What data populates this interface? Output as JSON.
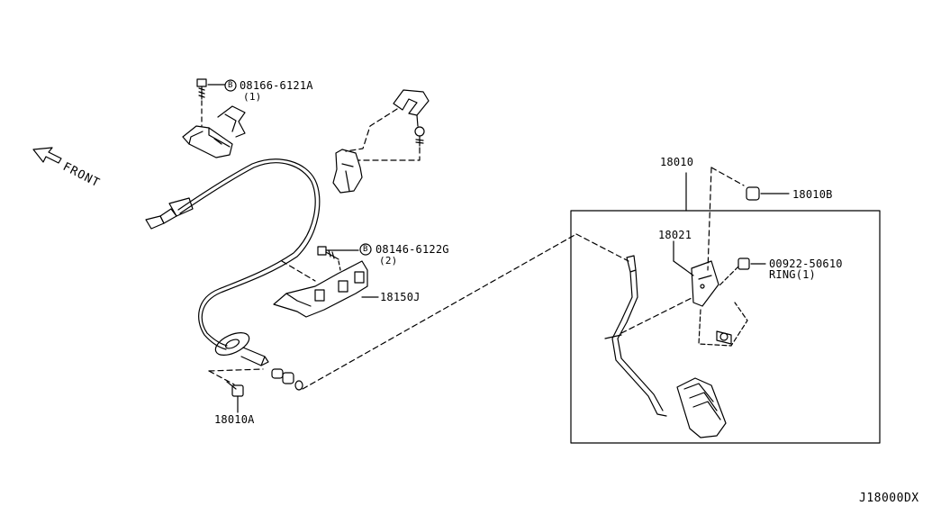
{
  "labels": {
    "bolt_a": "08166-6121A",
    "bolt_a_qty": "(1)",
    "bolt_b": "08146-6122G",
    "bolt_b_qty": "(2)",
    "bracket": "18150J",
    "bolt_18010a": "18010A",
    "pedal_assy": "18010",
    "bracket_18021": "18021",
    "nut_18010b": "18010B",
    "ring_part": "00922-50610",
    "ring_label": "RING(1)",
    "circle_b": "B",
    "front": "FRONT",
    "diagram_code": "J18000DX"
  },
  "colors": {
    "line": "#000000",
    "background": "#ffffff"
  },
  "icons": [
    "front-arrow-icon",
    "bolt-icon",
    "clip-icon",
    "cable-icon",
    "pedal-icon"
  ]
}
